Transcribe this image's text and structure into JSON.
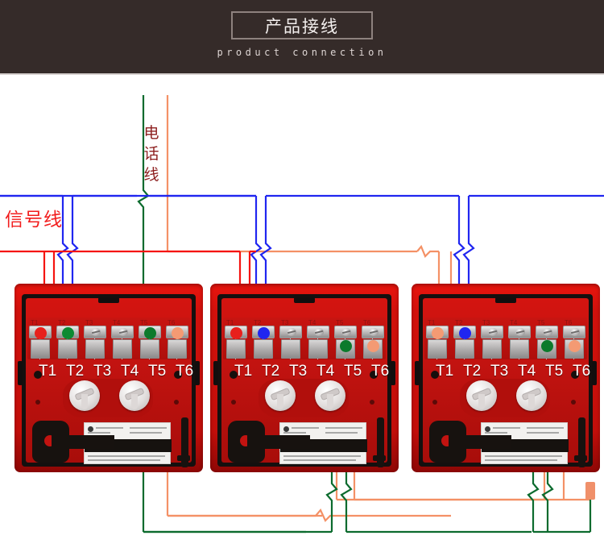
{
  "header": {
    "title_cn": "产品接线",
    "title_en": "product connection",
    "bg_color": "#352b29",
    "title_color": "#f3efee"
  },
  "wire_labels": {
    "phone": "电话线",
    "signal": "信号线",
    "phone_color": "#8d1f1f",
    "signal_color": "#f21d1d"
  },
  "wire_colors": {
    "blue": "#2026f0",
    "red": "#f51411",
    "green": "#0c6b2e",
    "orange": "#f49166"
  },
  "devices": [
    {
      "name": "device-1",
      "terminals": [
        {
          "id": "T1",
          "label": "T1",
          "dot_color": "#e8201c"
        },
        {
          "id": "T2",
          "label": "T2",
          "dot_color": "#0c8a32"
        },
        {
          "id": "T3",
          "label": "T3",
          "dot_color": ""
        },
        {
          "id": "T4",
          "label": "T4",
          "dot_color": ""
        },
        {
          "id": "T5",
          "label": "T5",
          "dot_color": "#0c7a2c"
        },
        {
          "id": "T6",
          "label": "T6",
          "dot_color": "#f49a73"
        }
      ]
    },
    {
      "name": "device-2",
      "terminals": [
        {
          "id": "T1",
          "label": "T1",
          "dot_color": "#e8201c"
        },
        {
          "id": "T2",
          "label": "T2",
          "dot_color": "#2026f0"
        },
        {
          "id": "T3",
          "label": "T3",
          "dot_color": ""
        },
        {
          "id": "T4",
          "label": "T4",
          "dot_color": ""
        },
        {
          "id": "T5",
          "label": "T5",
          "dot_color": "#0c7a2c"
        },
        {
          "id": "T6",
          "label": "T6",
          "dot_color": "#f49a73"
        }
      ]
    },
    {
      "name": "device-3",
      "terminals": [
        {
          "id": "T1",
          "label": "T1",
          "dot_color": "#f49a73"
        },
        {
          "id": "T2",
          "label": "T2",
          "dot_color": "#2026f0"
        },
        {
          "id": "T3",
          "label": "T3",
          "dot_color": ""
        },
        {
          "id": "T4",
          "label": "T4",
          "dot_color": ""
        },
        {
          "id": "T5",
          "label": "T5",
          "dot_color": "#0c7a2c"
        },
        {
          "id": "T6",
          "label": "T6",
          "dot_color": "#f49a73"
        }
      ]
    }
  ],
  "terminal_numbers": [
    "T1",
    "T2",
    "T3",
    "T4",
    "T5",
    "T6"
  ]
}
